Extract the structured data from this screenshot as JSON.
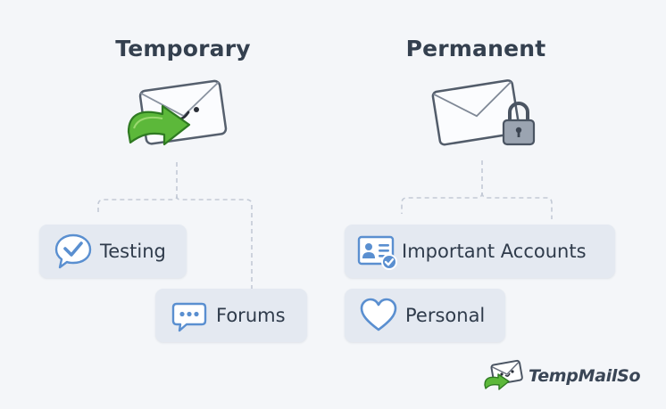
{
  "columns": {
    "temporary": {
      "heading": "Temporary",
      "icon": "envelope-with-face-and-arrow-icon",
      "items": [
        {
          "label": "Testing",
          "icon": "checkmark-bubble-icon"
        },
        {
          "label": "Forums",
          "icon": "chat-bubble-icon"
        }
      ]
    },
    "permanent": {
      "heading": "Permanent",
      "icon": "envelope-with-lock-icon",
      "items": [
        {
          "label": "Important Accounts",
          "icon": "id-card-icon"
        },
        {
          "label": "Personal",
          "icon": "heart-icon"
        }
      ]
    }
  },
  "brand": {
    "name": "TempMailSo",
    "logo": "tempmailso-logo-icon"
  },
  "colors": {
    "accent_green": "#4aa832",
    "icon_blue": "#5a8fd0",
    "chip_bg": "#e4e9f1",
    "connector": "#c3cad6"
  }
}
